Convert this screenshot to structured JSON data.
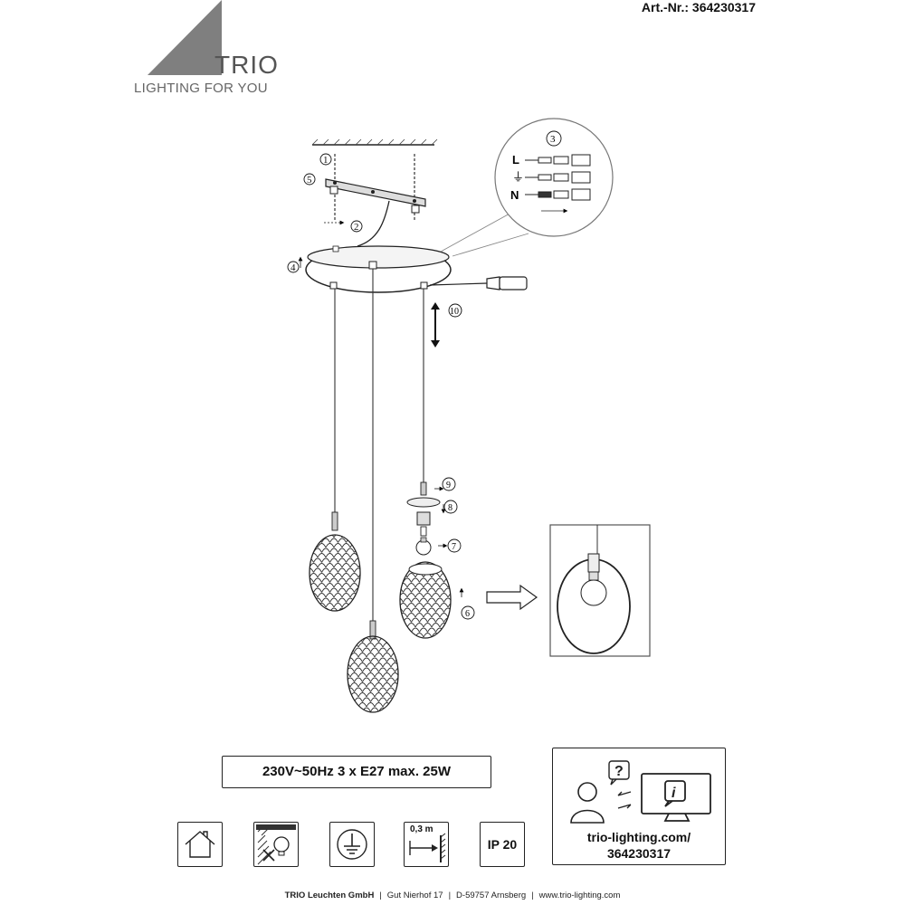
{
  "header": {
    "article_number": "Art.-Nr.: 364230317"
  },
  "brand": {
    "name": "TRIO",
    "tagline": "LIGHTING FOR YOU"
  },
  "diagram": {
    "steps": [
      "1",
      "2",
      "3",
      "4",
      "5",
      "6",
      "7",
      "8",
      "9",
      "10"
    ],
    "wiring": {
      "live": "L",
      "earth": "⏚",
      "neutral": "N"
    }
  },
  "spec": {
    "text": "230V~50Hz  3 x E27 max. 25W"
  },
  "icons": {
    "distance_label": "0,3 m",
    "ip_rating": "IP 20"
  },
  "website": {
    "url": "trio-lighting.com/",
    "article": "364230317"
  },
  "footer": {
    "company": "TRIO Leuchten GmbH",
    "street": "Gut Nierhof 17",
    "city": "D-59757 Arnsberg",
    "web": "www.trio-lighting.com"
  }
}
